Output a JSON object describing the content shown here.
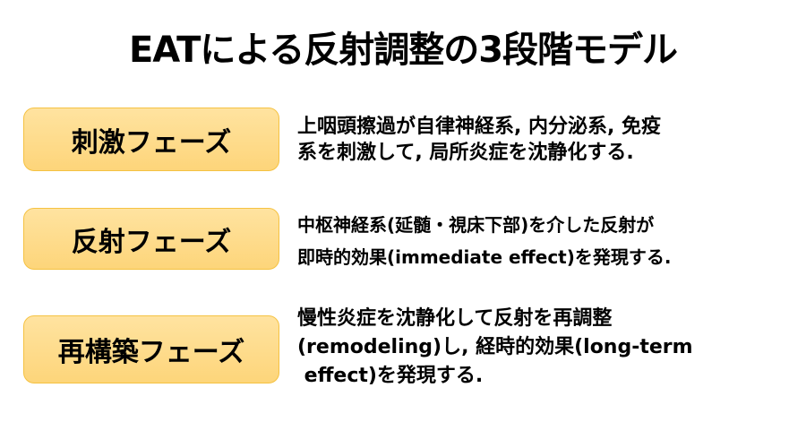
{
  "title": "EATによる反射調整の3段階モデル",
  "phases": [
    {
      "label": "刺激フェーズ",
      "description_lines": [
        "上咽頭擦過が自律神経系, 内分泌系, 免疫",
        "系を刺激して, 局所炎症を沈静化する."
      ]
    },
    {
      "label": "反射フェーズ",
      "description_lines": [
        "中枢神経系(延髄・視床下部)を介した反射が",
        "即時的効果(immediate effect)を発現する."
      ]
    },
    {
      "label": "再構築フェーズ",
      "description_lines": [
        "慢性炎症を沈静化して反射を再調整",
        "(remodeling)し, 経時的効果(long-term",
        " effect)を発現する."
      ]
    }
  ],
  "colors": {
    "box_fill": "#fdd57a",
    "box_border": "#f5c242",
    "text": "#000000"
  }
}
